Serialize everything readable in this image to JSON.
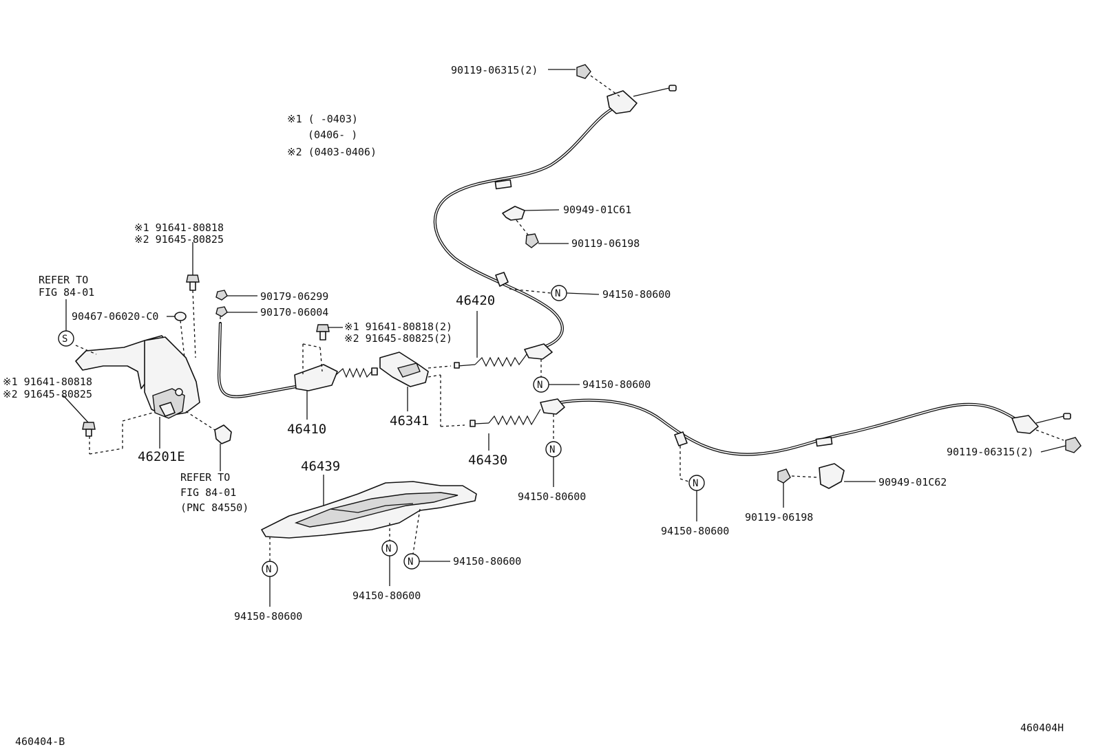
{
  "notes": {
    "line1": "※1 (      -0403)",
    "line2": "(0406-      )",
    "line3": "※2 (0403-0406)"
  },
  "labels": {
    "p90119_06315_top": "90119-06315(2)",
    "p90949_01C61": "90949-01C61",
    "p90119_06198_top": "90119-06198",
    "p94150_80600_a": "94150-80600",
    "p46420": "46420",
    "p94150_80600_b": "94150-80600",
    "p91641_80818_top1": "※1 91641-80818",
    "p91645_80825_top2": "※2 91645-80825",
    "refer1_line1": "REFER TO",
    "refer1_line2": "FIG 84-01",
    "p90467_06020": "90467-06020-C0",
    "p90179_06299": "90179-06299",
    "p90170_06004": "90170-06004",
    "p91641_80818_mid1": "※1 91641-80818(2)",
    "p91645_80825_mid2": "※2 91645-80825(2)",
    "p91641_80818_left1": "※1 91641-80818",
    "p91645_80825_left2": "※2 91645-80825",
    "p46201E": "46201E",
    "p46410": "46410",
    "p46341": "46341",
    "p46430": "46430",
    "p94150_80600_c": "94150-80600",
    "p90119_06315_right": "90119-06315(2)",
    "p90949_01C62": "90949-01C62",
    "p90119_06198_right": "90119-06198",
    "p94150_80600_d": "94150-80600",
    "refer2_line1": "REFER TO",
    "refer2_line2": "FIG 84-01",
    "refer2_line3": "(PNC 84550)",
    "p46439": "46439",
    "p94150_80600_e": "94150-80600",
    "p94150_80600_f": "94150-80600",
    "p94150_80600_g": "94150-80600",
    "code_left": "460404-B",
    "code_right": "460404H"
  },
  "symbols": {
    "nut": "N",
    "screw": "S"
  },
  "colors": {
    "line": "#111111",
    "background": "#ffffff",
    "part_fill": "#f4f4f4"
  }
}
